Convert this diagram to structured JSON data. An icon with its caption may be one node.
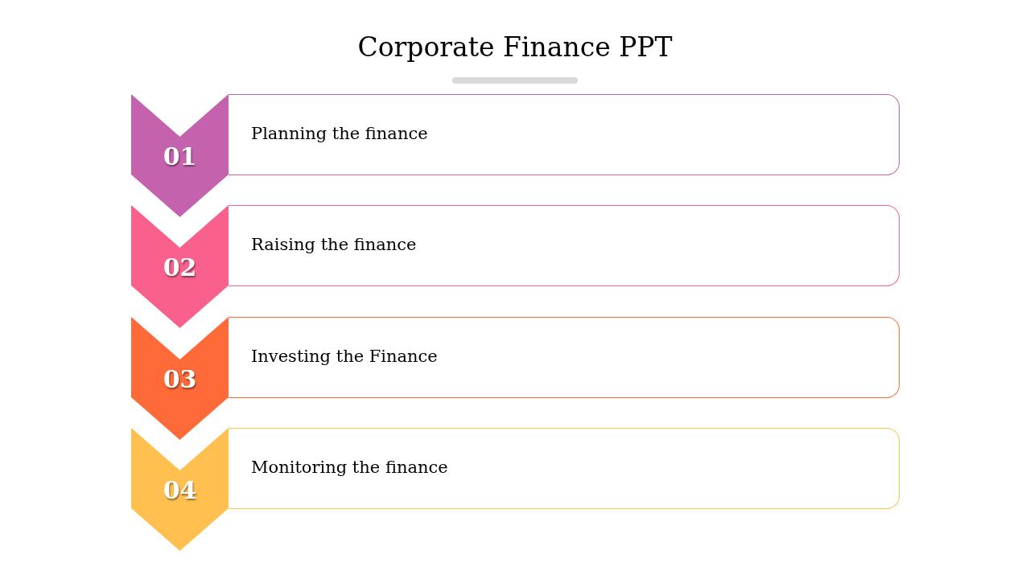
{
  "diagram": {
    "title": "Corporate Finance PPT",
    "nodes": [
      {
        "text": [
          "01"
        ]
      },
      {
        "text": [
          "Planning the finance"
        ]
      },
      {
        "text": [
          "02"
        ]
      },
      {
        "text": [
          "Raising the finance"
        ]
      },
      {
        "text": [
          "03"
        ]
      },
      {
        "text": [
          "Investing the Finance"
        ]
      },
      {
        "text": [
          "04"
        ]
      },
      {
        "text": [
          "Monitoring the finance"
        ]
      }
    ]
  }
}
